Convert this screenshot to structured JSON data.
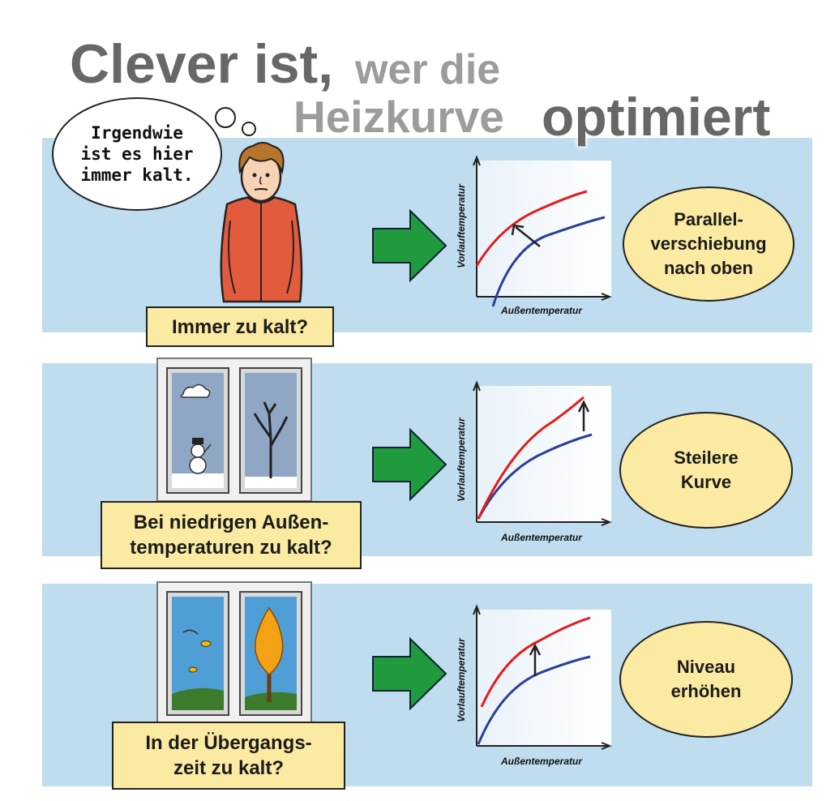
{
  "title": {
    "part1": "Clever ist,",
    "part2": "wer die",
    "part3": "Heizkurve",
    "part4": "optimiert"
  },
  "bubble": {
    "text": "Irgendwie\nist es hier\nimmer kalt."
  },
  "colors": {
    "band": "#bfddef",
    "label_bg": "#fbeaa2",
    "arrow": "#1f9a3c",
    "curve_old": "#2b3f99",
    "curve_new": "#e41b1b"
  },
  "rows": [
    {
      "caption": "Immer zu kalt?",
      "result": "Parallel-\nverschiebung\nnach oben",
      "ylabel": "Vorlauftemperatur",
      "xlabel": "Außentemperatur",
      "illustration": "person-in-red-jacket-icon"
    },
    {
      "caption": "Bei niedrigen Außen-\ntemperaturen zu kalt?",
      "result": "Steilere\nKurve",
      "ylabel": "Vorlauftemperatur",
      "xlabel": "Außentemperatur",
      "illustration": "winter-window-icon"
    },
    {
      "caption": "In der Übergangs-\nzeit zu kalt?",
      "result": "Niveau\nerhöhen",
      "ylabel": "Vorlauftemperatur",
      "xlabel": "Außentemperatur",
      "illustration": "autumn-window-icon"
    }
  ]
}
